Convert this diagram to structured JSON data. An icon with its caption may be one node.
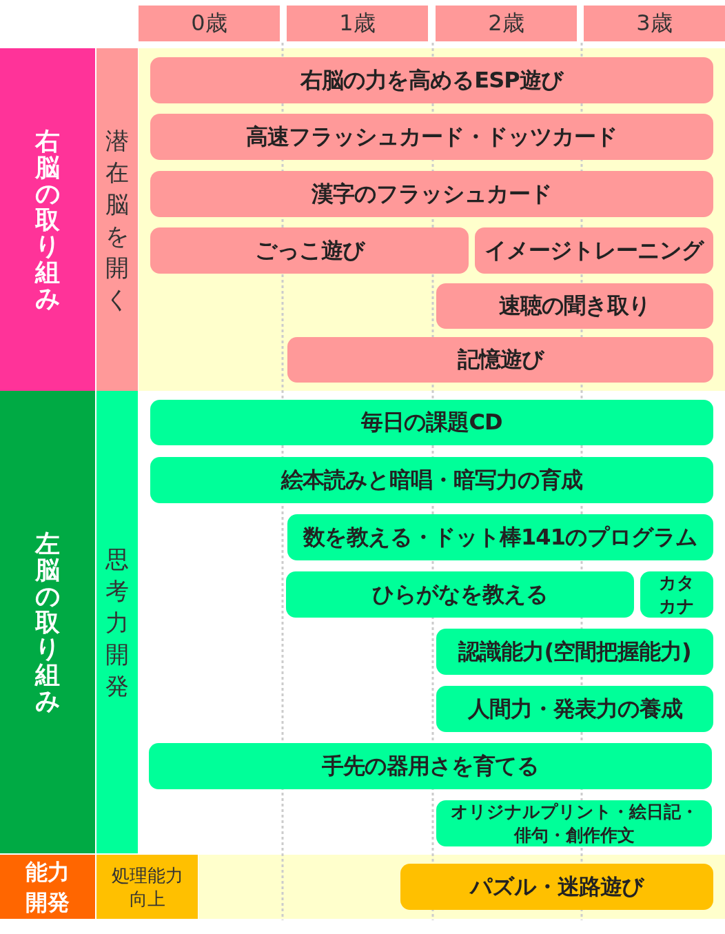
{
  "diagram": {
    "nodes": [
      {
        "text": [
          "0歳"
        ]
      },
      {
        "text": [
          "1歳"
        ]
      },
      {
        "text": [
          "2歳"
        ]
      },
      {
        "text": [
          "3歳"
        ]
      },
      {
        "text": [
          "右脳の取り組み"
        ]
      },
      {
        "text": [
          "潜在脳を開く"
        ]
      },
      {
        "text": [
          "右脳の力を高めるESP遊び"
        ]
      },
      {
        "text": [
          "高速フラッシュカード・ドッツカード"
        ]
      },
      {
        "text": [
          "漢字のフラッシュカード"
        ]
      },
      {
        "text": [
          "ごっこ遊び"
        ]
      },
      {
        "text": [
          "イメージトレーニング"
        ]
      },
      {
        "text": [
          "速聴の聞き取り"
        ]
      },
      {
        "text": [
          "記憶遊び"
        ]
      },
      {
        "text": [
          "左脳の取り組み"
        ]
      },
      {
        "text": [
          "思考力開発"
        ]
      },
      {
        "text": [
          "毎日の課題CD"
        ]
      },
      {
        "text": [
          "絵本読みと暗唱・暗写力の育成"
        ]
      },
      {
        "text": [
          "数を教える・ドット棒141のプログラム"
        ]
      },
      {
        "text": [
          "ひらがなを教える"
        ]
      },
      {
        "text": [
          "カタカナ"
        ]
      },
      {
        "text": [
          "認識能力(空間把握能力)"
        ]
      },
      {
        "text": [
          "人間力・発表力の養成"
        ]
      },
      {
        "text": [
          "手先の器用さを育てる"
        ]
      },
      {
        "text": [
          "オリジナルプリント・絵日記・俳句・創作作文"
        ]
      },
      {
        "text": [
          "能力開発"
        ]
      },
      {
        "text": [
          "処理能力向上"
        ]
      },
      {
        "text": [
          "パズル・迷路遊び"
        ]
      }
    ],
    "edges": []
  }
}
